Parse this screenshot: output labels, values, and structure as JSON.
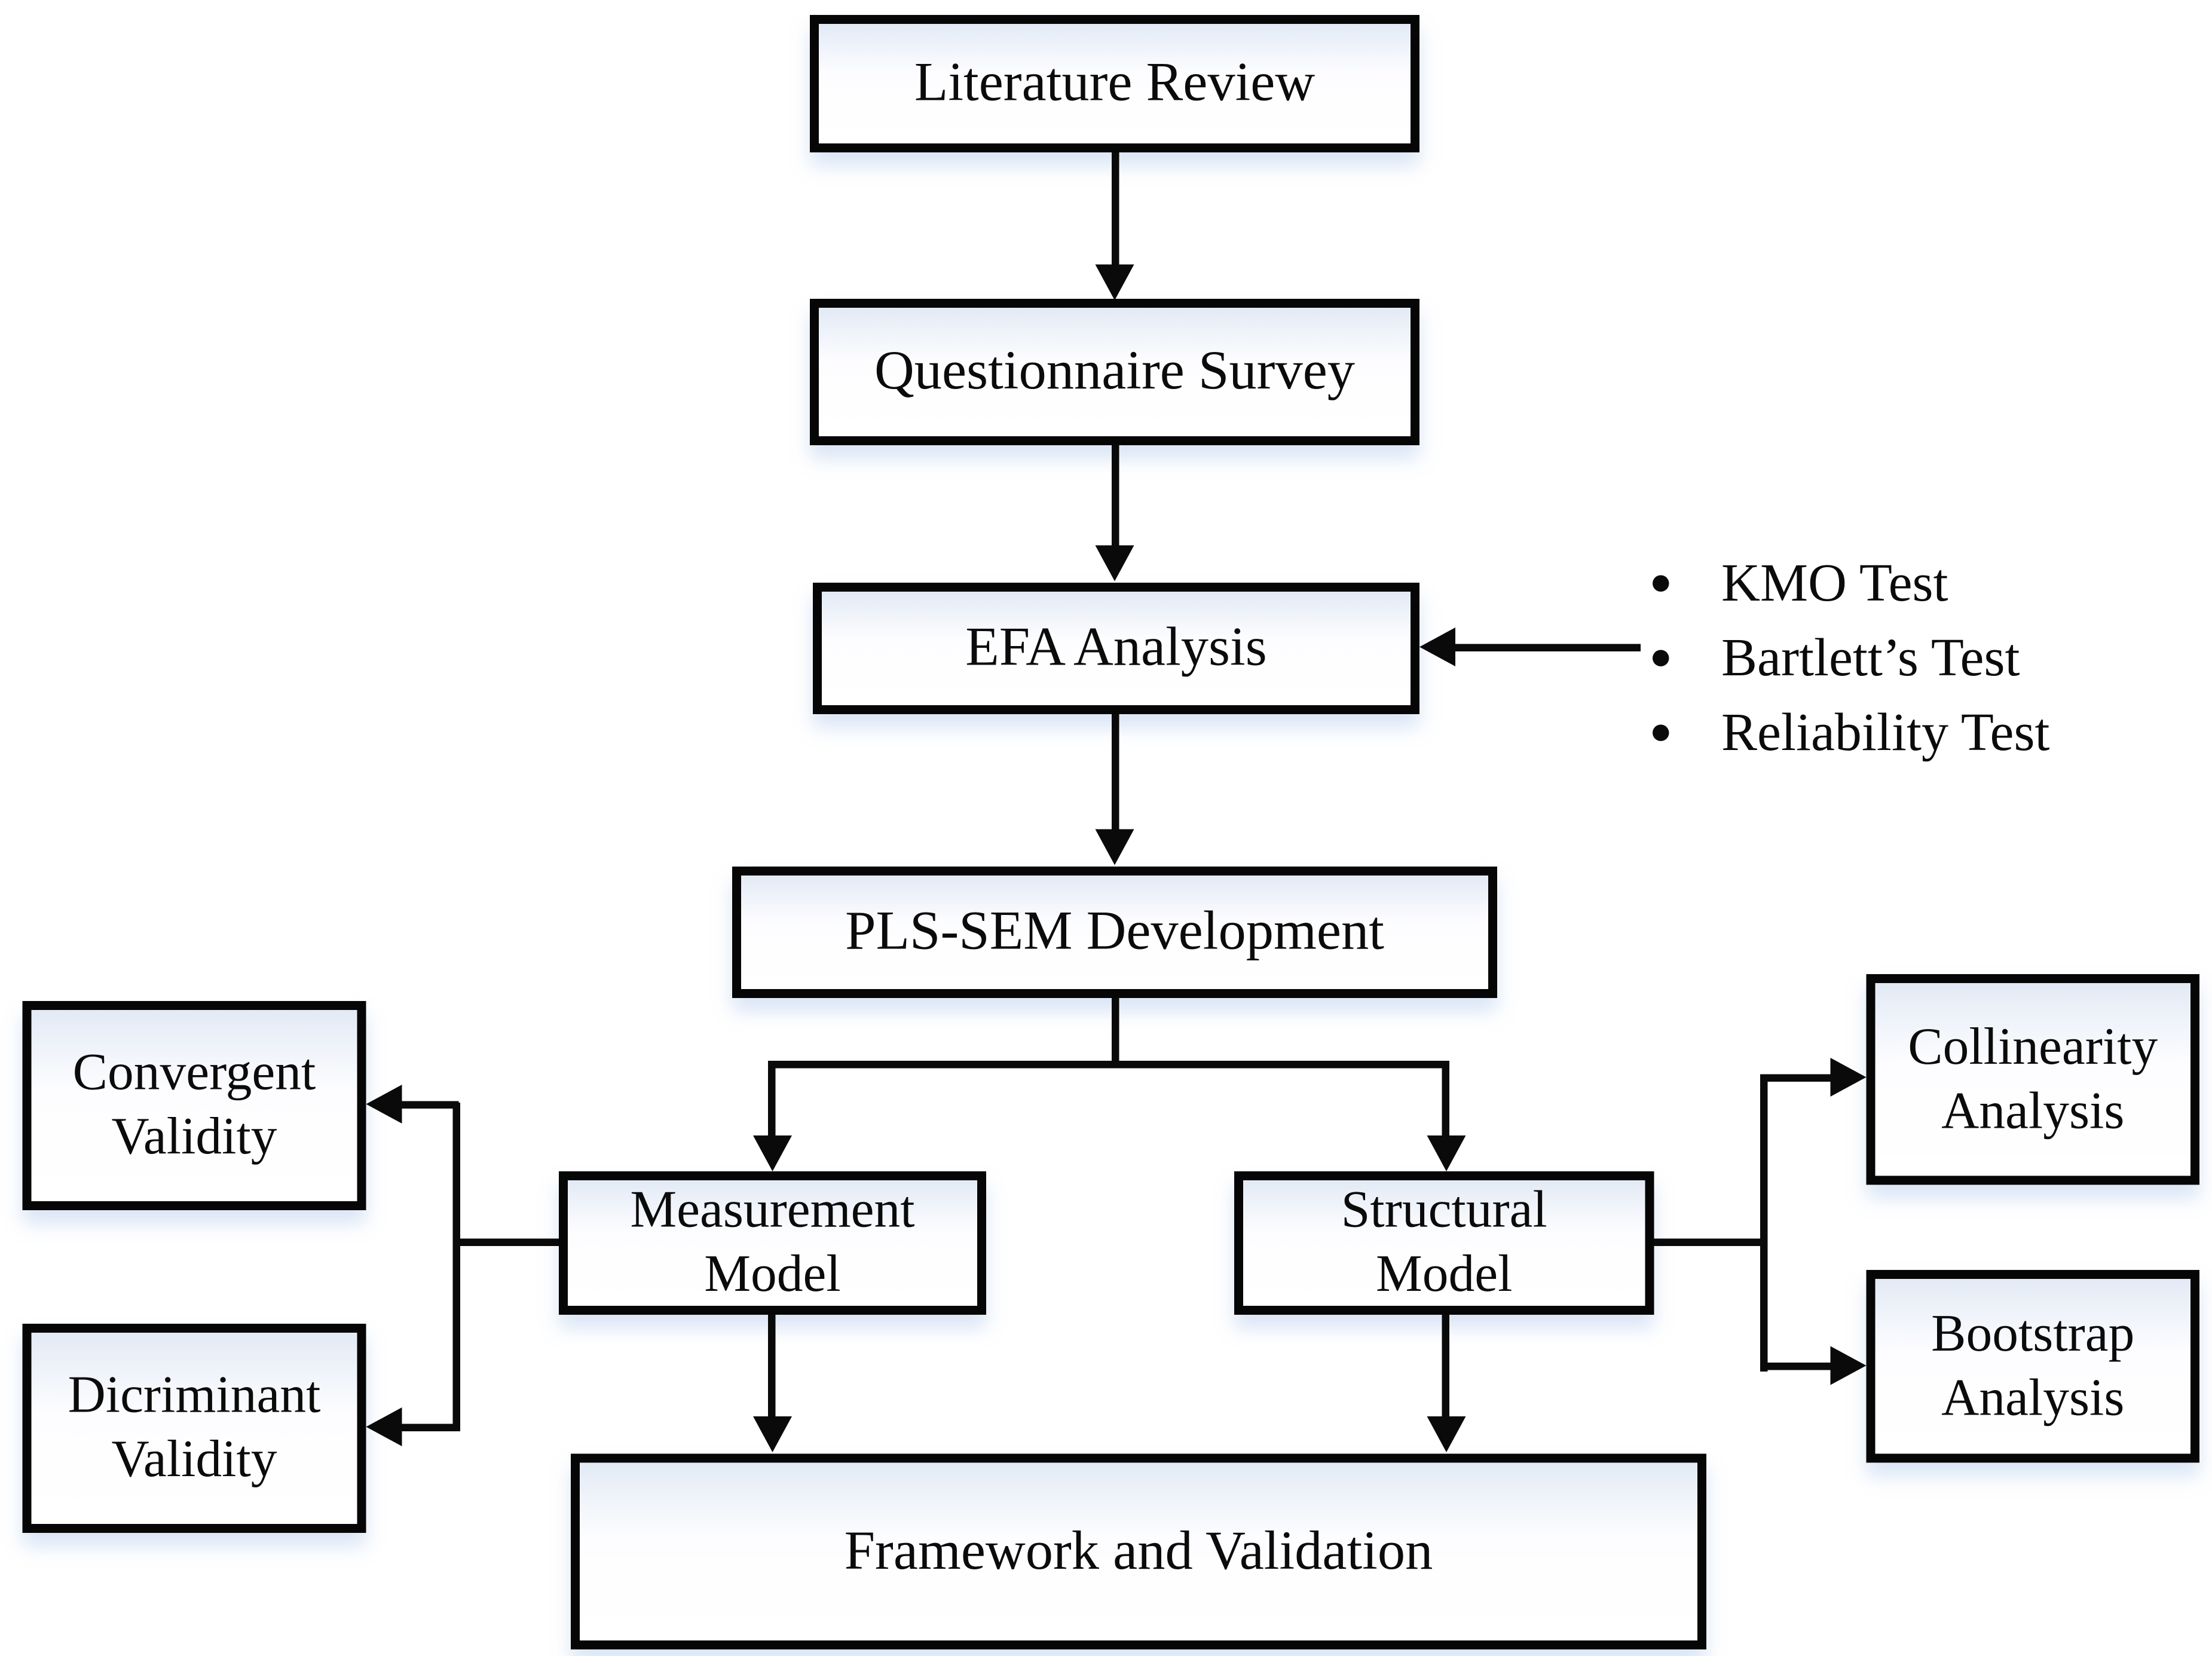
{
  "figure": {
    "type": "flowchart",
    "title_hint": "PLS-SEM research methodology flow",
    "colors": {
      "background": "#ffffff",
      "line": "#0a0a0a",
      "box_fill": "#ffffff",
      "box_tint_top": "#e3eaf5",
      "text": "#0b0b0b"
    },
    "nodes": {
      "literature_review": {
        "label": "Literature Review"
      },
      "questionnaire_survey": {
        "label": "Questionnaire Survey"
      },
      "efa_analysis": {
        "label": "EFA Analysis"
      },
      "pls_sem_development": {
        "label": "PLS-SEM Development"
      },
      "measurement_model": {
        "lines": [
          "Measurement",
          "Model"
        ]
      },
      "structural_model": {
        "lines": [
          "Structural",
          "Model"
        ]
      },
      "convergent_validity": {
        "lines": [
          "Convergent",
          "Validity"
        ]
      },
      "dicriminant_validity": {
        "lines": [
          "Dicriminant",
          "Validity"
        ]
      },
      "collinearity_analysis": {
        "lines": [
          "Collinearity",
          "Analysis"
        ]
      },
      "bootstrap_analysis": {
        "lines": [
          "Bootstrap",
          "Analysis"
        ]
      },
      "framework_validation": {
        "label": "Framework and Validation"
      }
    },
    "efa_annotations": [
      "KMO Test",
      "Bartlett’s Test",
      "Reliability Test"
    ],
    "edges": [
      {
        "from": "Literature Review",
        "to": "Questionnaire Survey",
        "style": "arrow-down"
      },
      {
        "from": "Questionnaire Survey",
        "to": "EFA Analysis",
        "style": "arrow-down"
      },
      {
        "from": "Annotation bullets (KMO/Bartlett’s/Reliability)",
        "to": "EFA Analysis",
        "style": "arrow-left"
      },
      {
        "from": "EFA Analysis",
        "to": "PLS-SEM Development",
        "style": "arrow-down"
      },
      {
        "from": "PLS-SEM Development",
        "to": "Measurement Model",
        "style": "arrow-down-branch"
      },
      {
        "from": "PLS-SEM Development",
        "to": "Structural Model",
        "style": "arrow-down-branch"
      },
      {
        "from": "Measurement Model",
        "to": "Convergent Validity",
        "style": "arrow-left-branch"
      },
      {
        "from": "Measurement Model",
        "to": "Dicriminant Validity",
        "style": "arrow-left-branch"
      },
      {
        "from": "Structural Model",
        "to": "Collinearity Analysis",
        "style": "arrow-right-branch"
      },
      {
        "from": "Structural Model",
        "to": "Bootstrap Analysis",
        "style": "arrow-right-branch"
      },
      {
        "from": "Measurement Model",
        "to": "Framework and Validation",
        "style": "arrow-down"
      },
      {
        "from": "Structural Model",
        "to": "Framework and Validation",
        "style": "arrow-down"
      }
    ]
  }
}
